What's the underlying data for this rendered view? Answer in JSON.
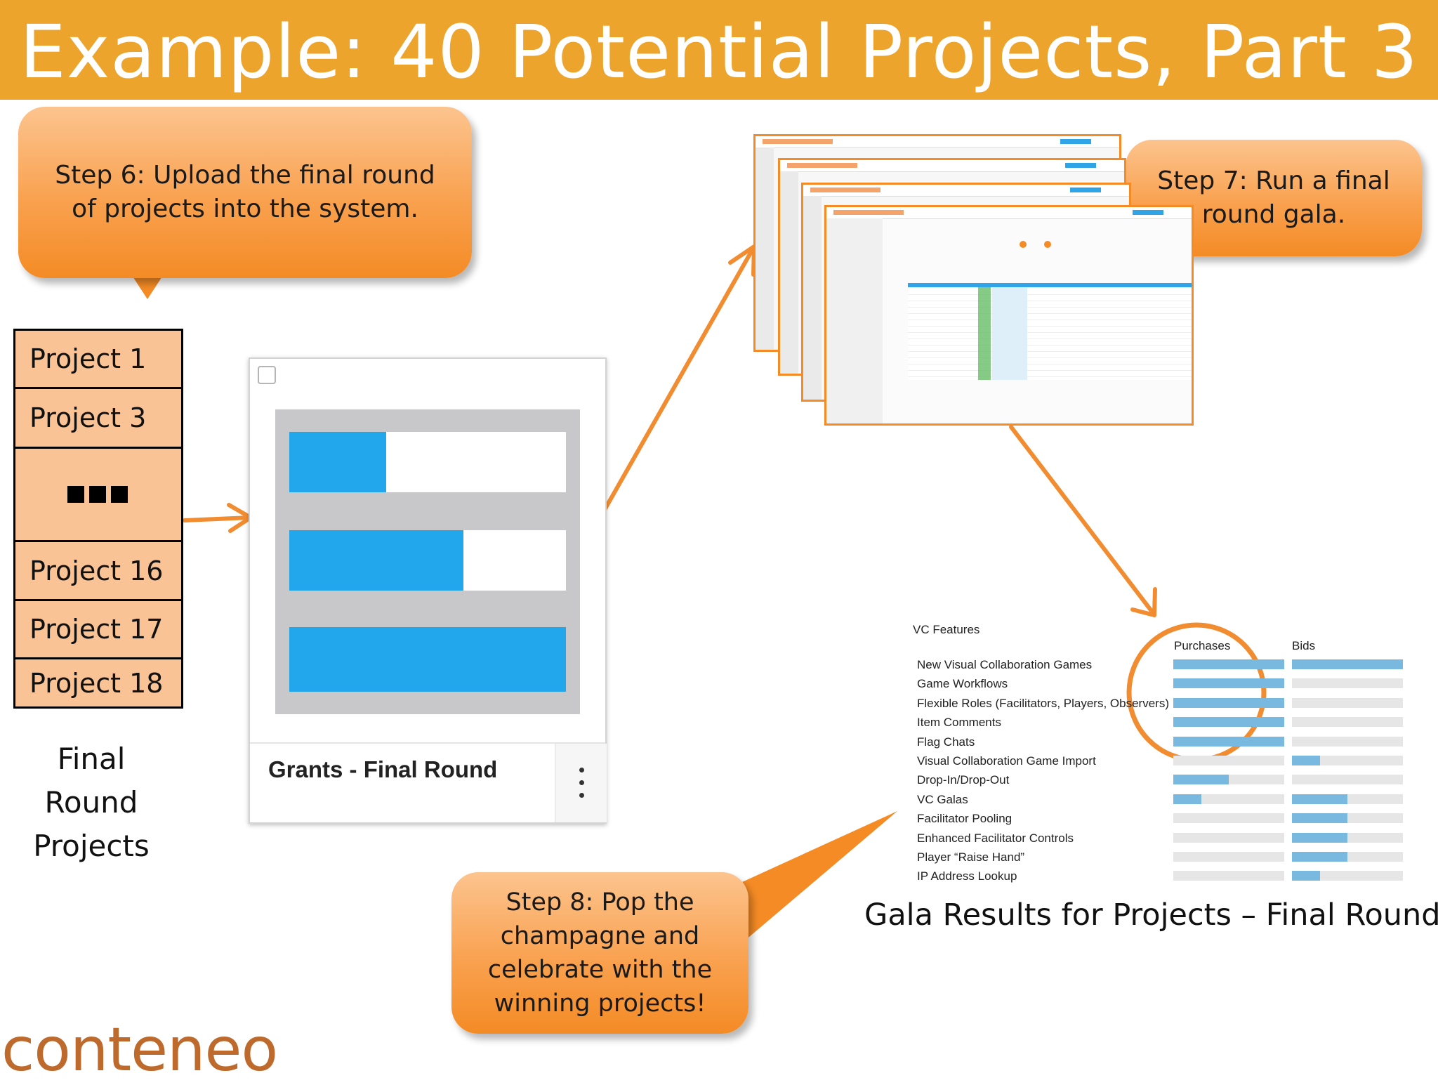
{
  "slide": {
    "title": "Example: 40 Potential Projects, Part 3"
  },
  "callouts": {
    "step6": "Step 6: Upload the final round of projects into the system.",
    "step7": "Step 7: Run a final round gala.",
    "step8": "Step 8: Pop the champagne and celebrate with the winning projects!"
  },
  "project_list": {
    "rows": [
      "Project 1",
      "Project 3",
      "",
      "Project 16",
      "Project 17",
      "Project 18"
    ],
    "caption": "Final Round Projects"
  },
  "game_card": {
    "title": "Grants - Final Round",
    "bar_levels": [
      0.35,
      0.63,
      1.0
    ]
  },
  "results": {
    "heading": "VC Features",
    "col_purchases": "Purchases",
    "col_bids": "Bids",
    "caption": "Gala Results for Projects – Final Round",
    "rows": [
      {
        "label": "New Visual Collaboration Games",
        "purchases": 1.0,
        "bids": 1.0
      },
      {
        "label": "Game Workflows",
        "purchases": 1.0,
        "bids": 0.0
      },
      {
        "label": "Flexible Roles (Facilitators, Players, Observers)",
        "purchases": 1.0,
        "bids": 0.0
      },
      {
        "label": "Item Comments",
        "purchases": 1.0,
        "bids": 0.0
      },
      {
        "label": "Flag Chats",
        "purchases": 1.0,
        "bids": 0.0
      },
      {
        "label": "Visual Collaboration Game Import",
        "purchases": 0.0,
        "bids": 0.25
      },
      {
        "label": "Drop-In/Drop-Out",
        "purchases": 0.5,
        "bids": 0.0
      },
      {
        "label": "VC Galas",
        "purchases": 0.25,
        "bids": 0.5
      },
      {
        "label": "Facilitator Pooling",
        "purchases": 0.0,
        "bids": 0.5
      },
      {
        "label": "Enhanced Facilitator Controls",
        "purchases": 0.0,
        "bids": 0.5
      },
      {
        "label": "Player “Raise Hand”",
        "purchases": 0.0,
        "bids": 0.5
      },
      {
        "label": "IP Address Lookup",
        "purchases": 0.0,
        "bids": 0.25
      }
    ]
  },
  "brand": {
    "logo": "conteneo"
  },
  "colors": {
    "title_bar": "#EDA42D",
    "callout_orange": "#F48B25",
    "list_fill": "#F9C396",
    "bar_blue": "#22A7EC",
    "arrow": "#F28C30"
  }
}
